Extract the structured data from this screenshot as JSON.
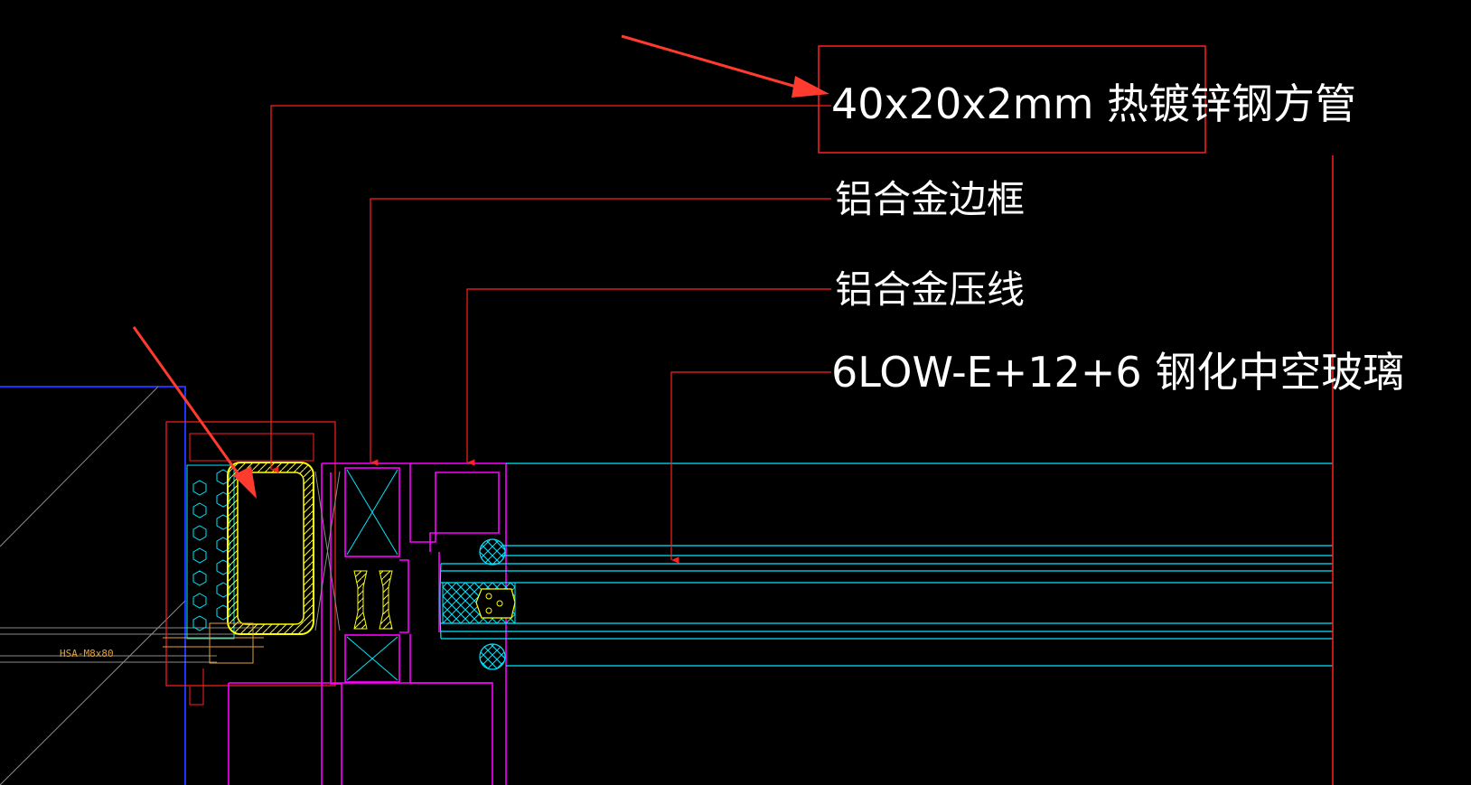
{
  "labels": {
    "steel_tube": "40x20x2mm 热镀锌钢方管",
    "alu_frame": "铝合金边框",
    "alu_bead": "铝合金压线",
    "glass": "6LOW-E+12+6 钢化中空玻璃",
    "anchor": "HSA-M8x80"
  },
  "colors": {
    "background": "#000000",
    "leader": "#ff2020",
    "arrow": "#ff3b30",
    "frame": "#ff00ff",
    "glass": "#00e5ff",
    "steel": "#ffff00",
    "wall": "#2030ff",
    "text": "#ffffff",
    "anchor_text": "#e0a040"
  }
}
